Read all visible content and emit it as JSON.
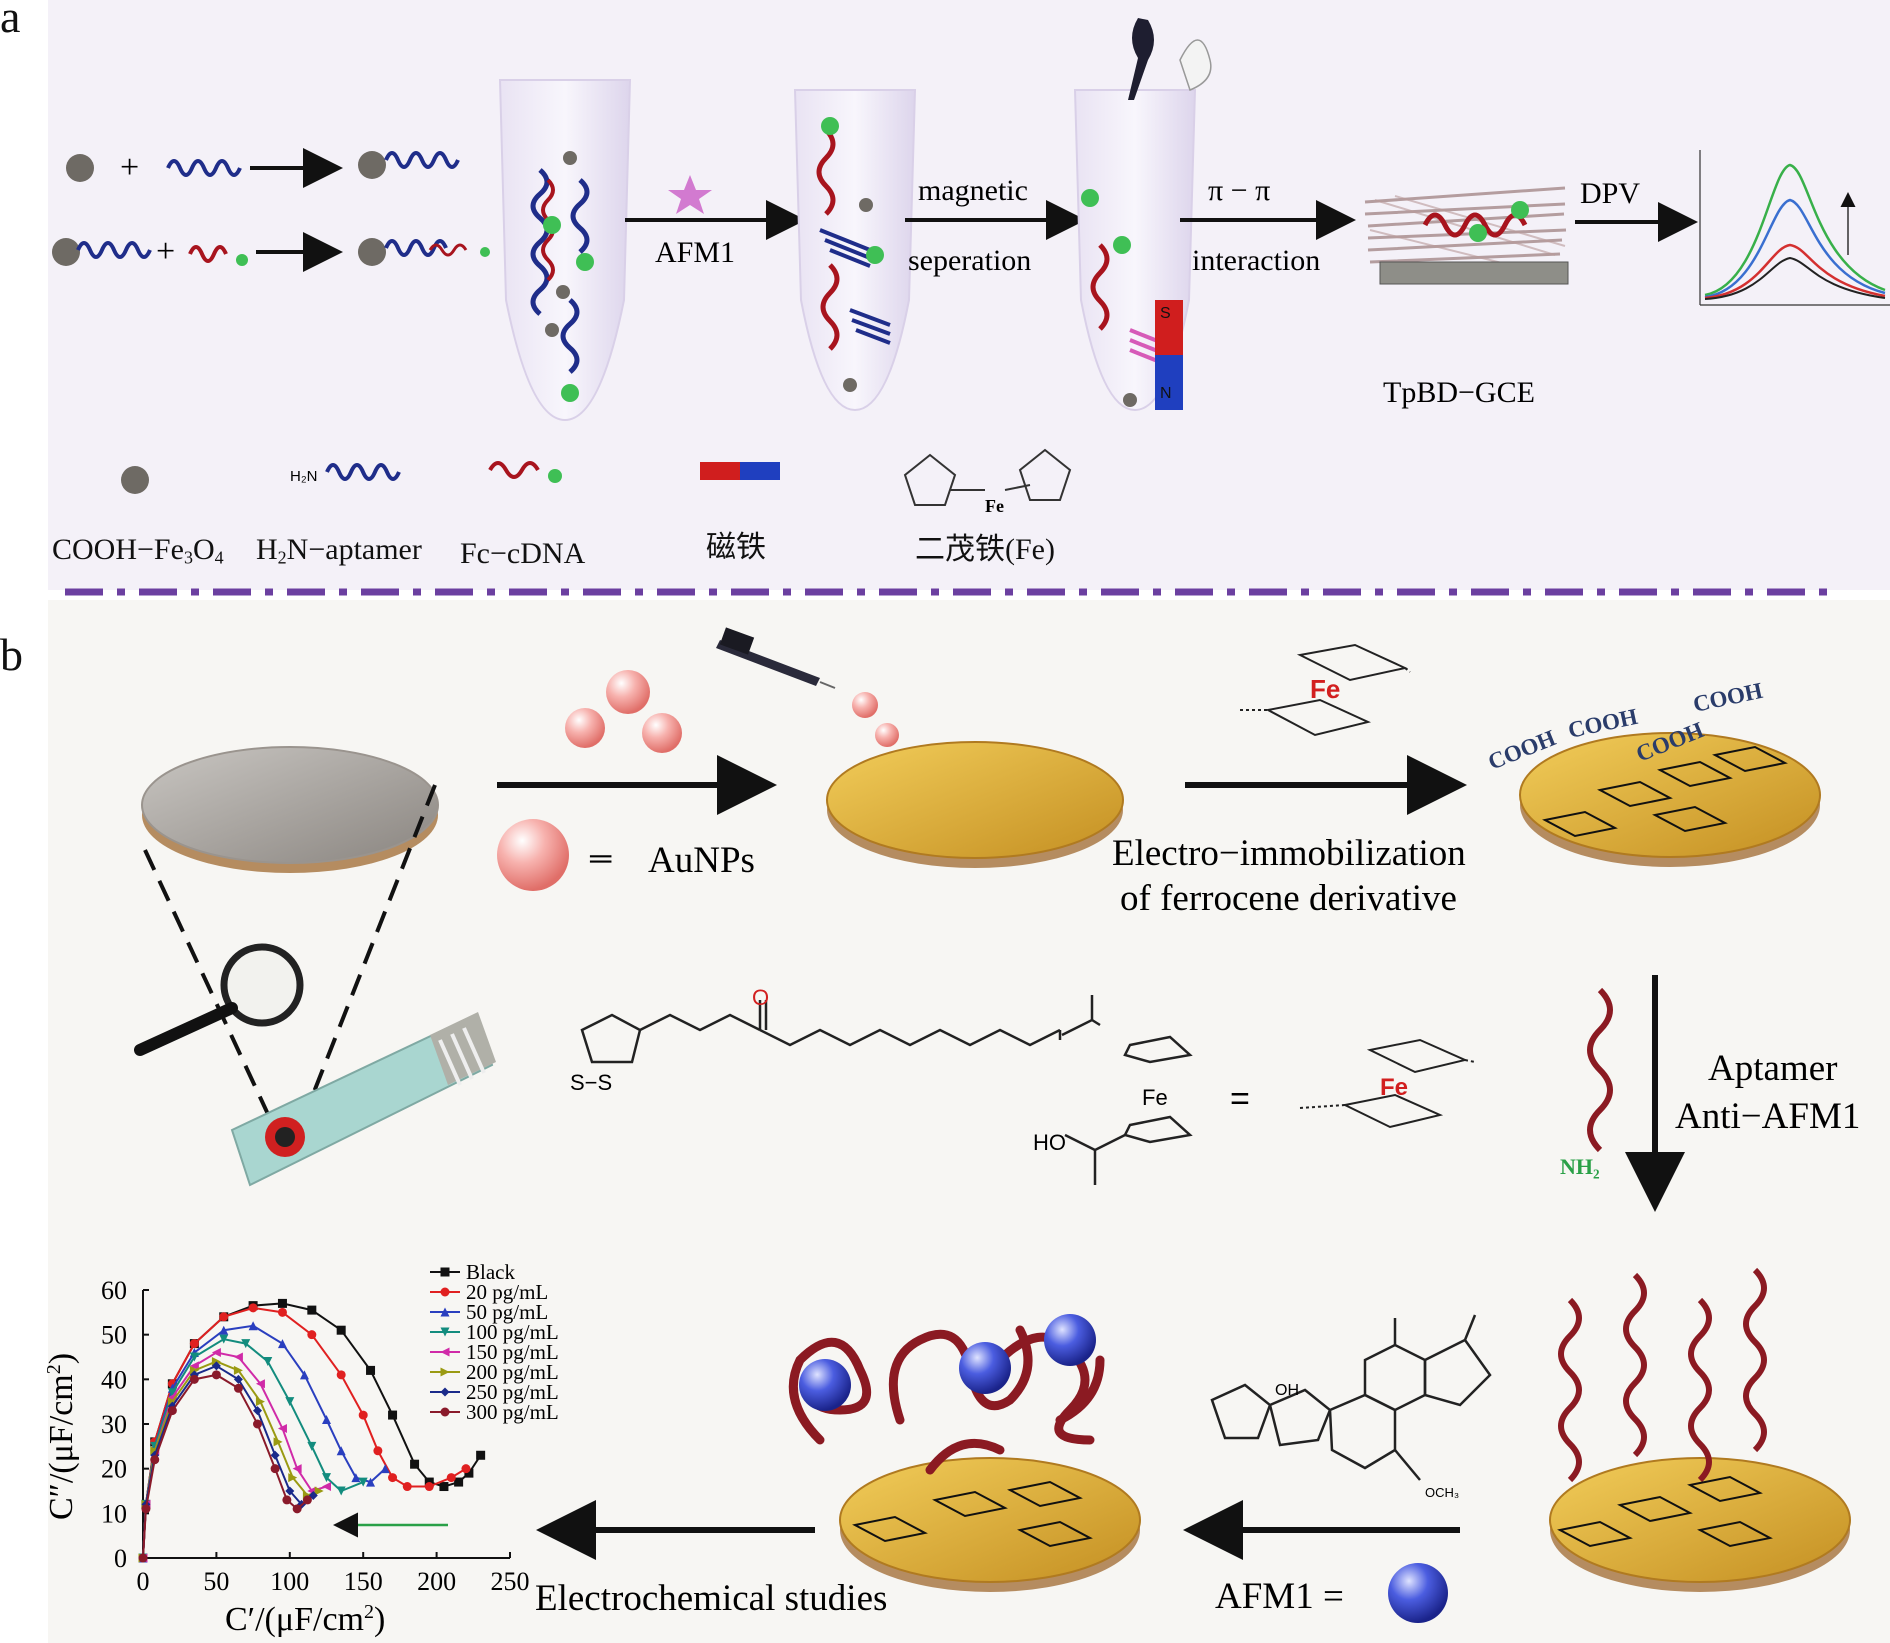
{
  "panel_a": {
    "letter": "a",
    "arrow_afm1": "AFM1",
    "arrow_magnetic_1": "magnetic",
    "arrow_magnetic_2": "seperation",
    "arrow_pi": "π − π",
    "arrow_interaction": "interaction",
    "arrow_dpv": "DPV",
    "electrode_label": "TpBD−GCE",
    "legend_h2n": "H₂N",
    "magnet_s": "S",
    "magnet_n": "N",
    "ferrocene_fe": "Fe",
    "legend": {
      "fe3o4_prefix": "COOH−Fe",
      "fe3o4_sub1": "3",
      "fe3o4_mid": "O",
      "fe3o4_sub2": "4",
      "aptamer_prefix": "H",
      "aptamer_sub": "2",
      "aptamer_suffix": "N−aptamer",
      "cdna": "Fc−cDNA",
      "magnet": "磁铁",
      "ferrocene": "二茂铁(Fe)"
    },
    "colors": {
      "divider": "#6b3fa0",
      "aptamer": "#1f2d8a",
      "cdna": "#a8141e",
      "bead": "#6e6a64",
      "tag": "#3fbf55",
      "panel_bg": "#f4f1f8"
    }
  },
  "panel_b": {
    "letter": "b",
    "aunps_legend": "AuNPs",
    "equals_sign": "═",
    "electro_line1": "Electro−immobilization",
    "electro_line2": "of ferrocene derivative",
    "aptamer_line1": "Aptamer",
    "aptamer_line2": "Anti−AFM1",
    "afm1_legend": "AFM1 =",
    "electrochem": "Electrochemical studies",
    "cooh_1": "COOH",
    "cooh_2": "COOH",
    "cooh_3": "COOH",
    "cooh_4": "COOH",
    "fe_label": "Fe",
    "nh2_label": "NH₂",
    "molecule_s_s": "S−S",
    "molecule_o": "O",
    "molecule_fe": "Fe",
    "molecule_ho": "HO",
    "molecule_equals": "=",
    "afm1_oh": "OH",
    "afm1_och3": "OCH₃",
    "colors": {
      "gold": "#d9a93a",
      "aunp": "#f4a6a2",
      "afm1_ball": "#3848c8",
      "aptamer": "#8b1a22",
      "text_red": "#d21f1f",
      "cooh": "#2a3c6a",
      "nh2": "#2aa047"
    }
  },
  "chart_data": {
    "type": "line",
    "xlabel_main": "C′/(μF/cm",
    "xlabel_sup": "2",
    "xlabel_end": ")",
    "ylabel_main": "C″/(μF/cm",
    "ylabel_sup": "2",
    "ylabel_end": ")",
    "xlim": [
      0,
      250
    ],
    "ylim": [
      0,
      60
    ],
    "xticks": [
      "0",
      "50",
      "100",
      "150",
      "200",
      "250"
    ],
    "yticks": [
      "0",
      "10",
      "20",
      "30",
      "40",
      "50",
      "60"
    ],
    "grid": false,
    "legend_position": "top-right",
    "series": [
      {
        "name": "Black",
        "color": "#111111",
        "marker": "square",
        "x": [
          0,
          2,
          8,
          20,
          35,
          55,
          75,
          95,
          115,
          135,
          155,
          170,
          185,
          195,
          205,
          215,
          222,
          230
        ],
        "y": [
          0,
          12,
          26,
          39,
          48,
          54,
          56.5,
          57,
          55.5,
          51,
          42,
          32,
          21,
          17,
          16,
          17,
          19,
          23
        ]
      },
      {
        "name": "20 pg/mL",
        "color": "#e02020",
        "marker": "circle",
        "x": [
          0,
          2,
          8,
          20,
          35,
          55,
          75,
          95,
          115,
          135,
          150,
          160,
          170,
          180,
          195,
          210,
          220
        ],
        "y": [
          0,
          12,
          26,
          39,
          48,
          54,
          56,
          55,
          50,
          41,
          32,
          24,
          18,
          16,
          16,
          18,
          20
        ]
      },
      {
        "name": "50 pg/mL",
        "color": "#2a3fbf",
        "marker": "triangle",
        "x": [
          0,
          2,
          8,
          20,
          35,
          55,
          75,
          95,
          110,
          125,
          135,
          145,
          155,
          165
        ],
        "y": [
          0,
          12,
          25,
          38,
          46,
          51,
          52,
          48,
          41,
          31,
          24,
          18,
          17,
          20
        ]
      },
      {
        "name": "100 pg/mL",
        "color": "#138c7e",
        "marker": "triangle-down",
        "x": [
          0,
          2,
          8,
          20,
          35,
          55,
          70,
          85,
          100,
          115,
          125,
          135,
          150
        ],
        "y": [
          0,
          12,
          25,
          37,
          45,
          49,
          48,
          44,
          35,
          25,
          18,
          15,
          17
        ]
      },
      {
        "name": "150 pg/mL",
        "color": "#d02aa8",
        "marker": "triangle-left",
        "x": [
          0,
          2,
          8,
          20,
          35,
          50,
          65,
          80,
          95,
          105,
          115,
          125
        ],
        "y": [
          0,
          12,
          24,
          36,
          43,
          46,
          45,
          39,
          29,
          20,
          15,
          16
        ]
      },
      {
        "name": "200 pg/mL",
        "color": "#9a9a12",
        "marker": "triangle-right",
        "x": [
          0,
          2,
          8,
          20,
          35,
          50,
          65,
          80,
          92,
          102,
          112,
          120
        ],
        "y": [
          0,
          12,
          24,
          35,
          42,
          44,
          42,
          35,
          26,
          18,
          14,
          15
        ]
      },
      {
        "name": "250 pg/mL",
        "color": "#1a2a8a",
        "marker": "diamond",
        "x": [
          0,
          2,
          8,
          20,
          35,
          50,
          65,
          78,
          90,
          100,
          108,
          116
        ],
        "y": [
          0,
          12,
          23,
          34,
          41,
          43,
          40,
          33,
          23,
          15,
          12,
          14
        ]
      },
      {
        "name": "300 pg/mL",
        "color": "#8a1a2a",
        "marker": "circle",
        "x": [
          0,
          2,
          8,
          20,
          35,
          50,
          65,
          78,
          90,
          98,
          105,
          112
        ],
        "y": [
          0,
          11,
          22,
          33,
          40,
          41,
          38,
          30,
          20,
          13,
          11,
          13
        ]
      }
    ]
  }
}
